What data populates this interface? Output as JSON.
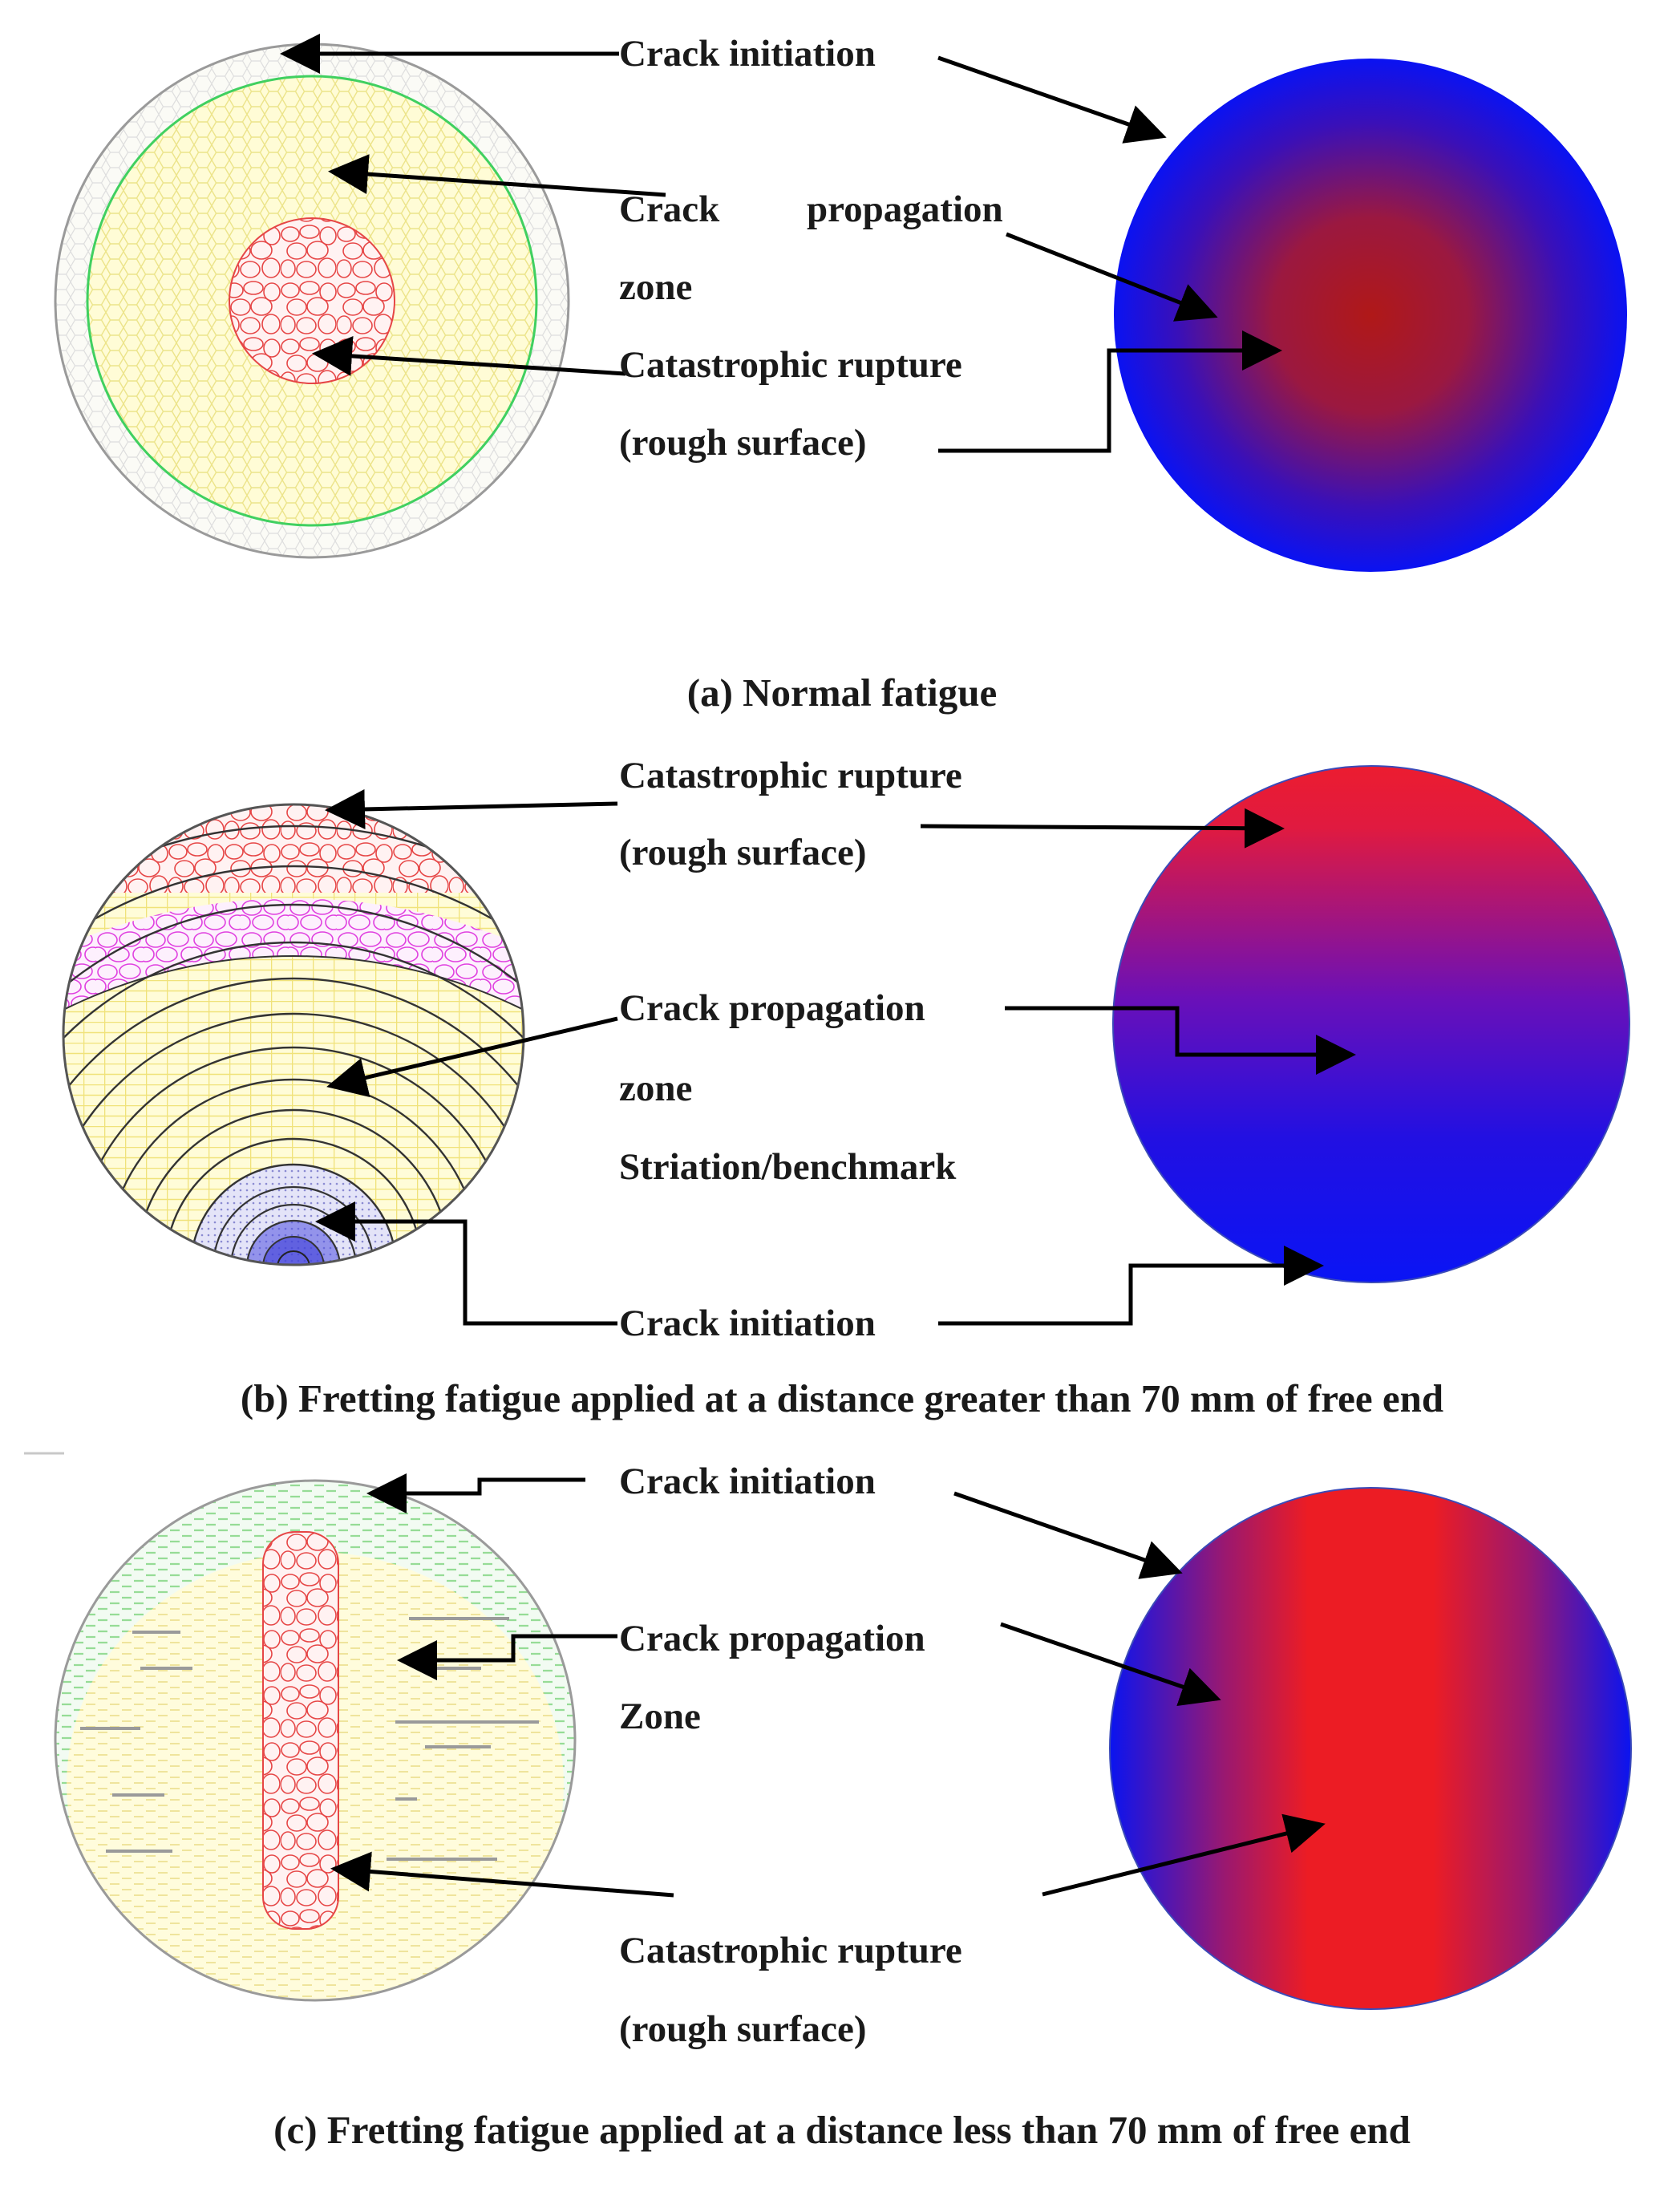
{
  "panel_a": {
    "caption": "(a) Normal fatigue",
    "labels": {
      "crack_initiation": "Crack initiation",
      "crack_propagation_1": "Crack",
      "crack_propagation_2": "propagation",
      "zone": "zone",
      "rupture_1": "Catastrophic rupture",
      "rupture_2": "(rough surface)"
    }
  },
  "panel_b": {
    "caption": "(b) Fretting fatigue applied at a distance greater than 70 mm of free end",
    "labels": {
      "rupture_1": "Catastrophic rupture",
      "rupture_2": "(rough surface)",
      "crack_propagation": "Crack propagation",
      "zone": "zone",
      "striation": "Striation/benchmark",
      "crack_initiation": "Crack initiation"
    }
  },
  "panel_c": {
    "caption": "(c) Fretting fatigue applied at a distance less than 70 mm of free end",
    "labels": {
      "crack_initiation": "Crack initiation",
      "crack_propagation": "Crack propagation",
      "zone": "Zone",
      "rupture_1": "Catastrophic rupture",
      "rupture_2": "(rough surface)"
    }
  },
  "colors": {
    "blue": "#0a14f0",
    "dark_red": "#b01818",
    "red": "#ec1c24",
    "yellow_fill": "#fffbd0",
    "green_fill": "#eefaee",
    "rubble_red": "#e64646",
    "rubble_magenta": "#e040e0",
    "initiation_blue": "#4a4ad8"
  }
}
